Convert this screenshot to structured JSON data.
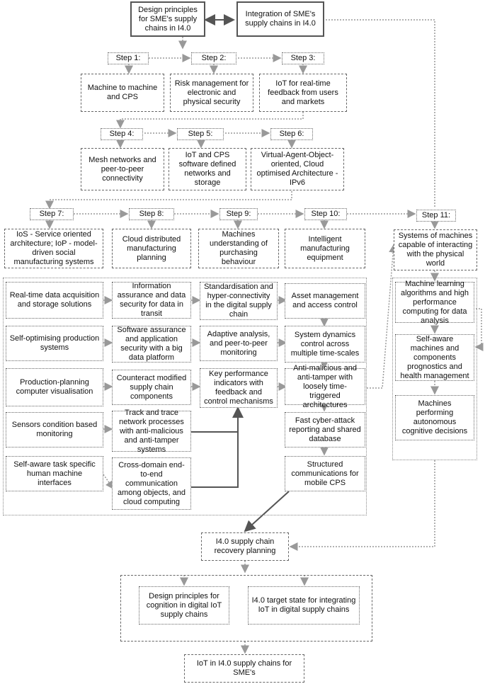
{
  "top": {
    "design_principles": "Design principles for SME's supply chains in I4.0",
    "integration": "Integration of SME's supply chains in I4.0"
  },
  "steps": {
    "s1": "Step 1:",
    "s2": "Step 2:",
    "s3": "Step 3:",
    "s4": "Step 4:",
    "s5": "Step 5:",
    "s6": "Step 6:",
    "s7": "Step 7:",
    "s8": "Step 8:",
    "s9": "Step 9:",
    "s10": "Step 10:",
    "s11": "Step 11:"
  },
  "row1": {
    "b1": "Machine to machine and CPS",
    "b2": "Risk management for electronic and physical security",
    "b3": "IoT for real-time feedback from users and markets"
  },
  "row2": {
    "b4": "Mesh networks and peer-to-peer connectivity",
    "b5": "IoT and CPS software defined networks and storage",
    "b6": "Virtual-Agent-Object-oriented, Cloud optimised Architecture - IPv6"
  },
  "row3": {
    "b7": "IoS - Service oriented architecture; IoP - model-driven social manufacturing systems",
    "b8": "Cloud distributed manufacturing planning",
    "b9": "Machines understanding of purchasing behaviour",
    "b10": "Intelligent manufacturing equipment",
    "b11": "Systems of machines capable of interacting with the physical world"
  },
  "col7": [
    "Real-time data acquisition and storage solutions",
    "Self-optimising production systems",
    "Production-planning computer visualisation",
    "Sensors condition based monitoring",
    "Self-aware task specific human machine interfaces"
  ],
  "col8": [
    "Information assurance and data security for data in transit",
    "Software assurance and application security with a big data platform",
    "Counteract modified supply chain components",
    "Track and trace network processes with anti-malicious and anti-tamper systems",
    "Cross-domain end-to-end communication among objects, and cloud computing"
  ],
  "col9": [
    "Standardisation and hyper-connectivity in the digital supply chain",
    "Adaptive analysis, and peer-to-peer monitoring",
    "Key performance indicators with feedback and control mechanisms"
  ],
  "col10": [
    "Asset management and access control",
    "System dynamics control across multiple time-scales",
    "Anti-malicious and anti-tamper with loosely time-triggered architectures",
    "Fast cyber-attack reporting and shared database",
    "Structured communications for mobile CPS"
  ],
  "col11": [
    "Machine learning algorithms and high performance computing for data analysis",
    "Self-aware machines and components prognostics and health management",
    "Machines performing autonomous cognitive decisions"
  ],
  "bottom": {
    "recovery": "I4.0 supply chain recovery planning",
    "cognition": "Design principles for cognition in digital IoT supply chains",
    "target": "I4.0 target state for integrating IoT in digital supply chains",
    "final": "IoT in I4.0 supply chains for SME's"
  }
}
